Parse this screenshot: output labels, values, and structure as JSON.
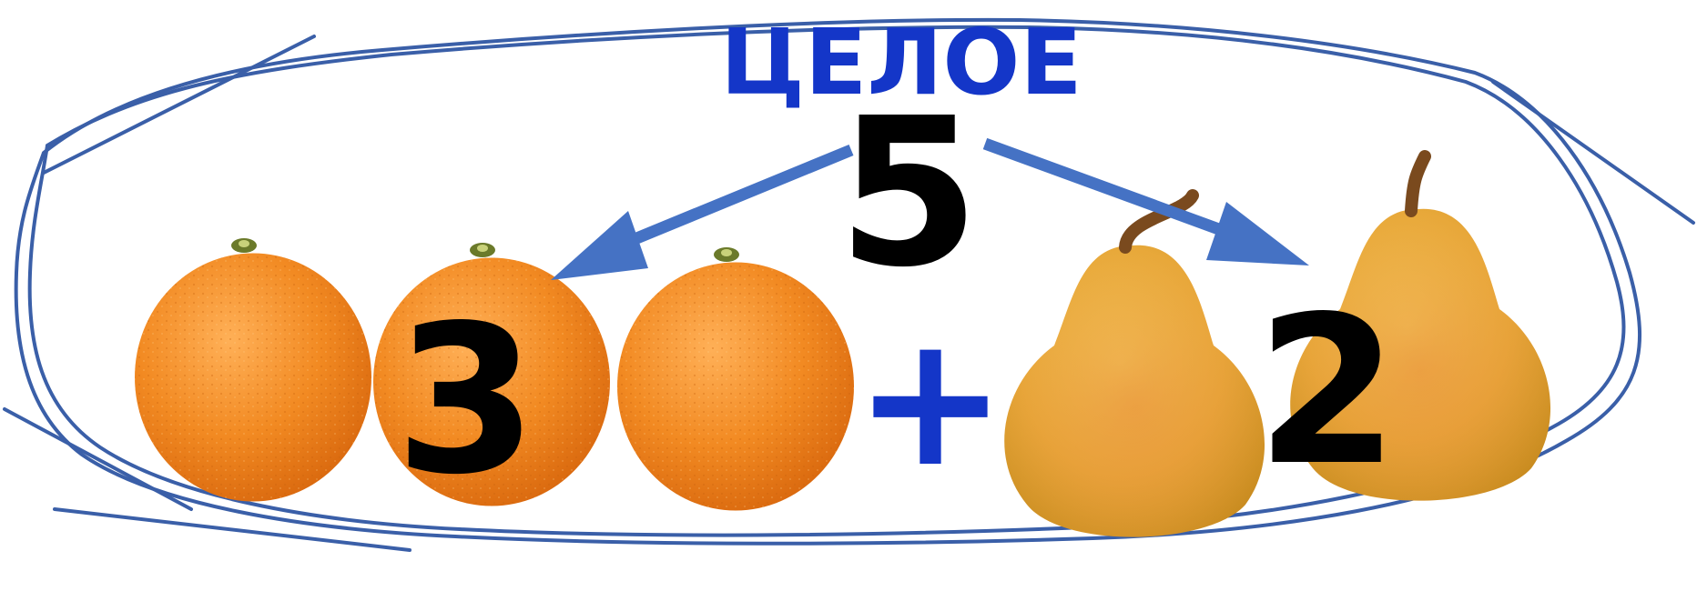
{
  "whole_label": "ЦЕЛОЕ",
  "whole_number": "5",
  "part_left_number": "3",
  "part_right_number": "2",
  "operator": "+",
  "fruits_left": {
    "kind": "orange",
    "count": 3
  },
  "fruits_right": {
    "kind": "pear",
    "count": 2
  },
  "colors": {
    "title": "#1436c8",
    "outline": "#3a5fa8",
    "arrow": "#4572c4",
    "numbers": "#000000",
    "plus": "#1436c8",
    "orange": "#f08a22",
    "pear": "#e7b72e"
  }
}
